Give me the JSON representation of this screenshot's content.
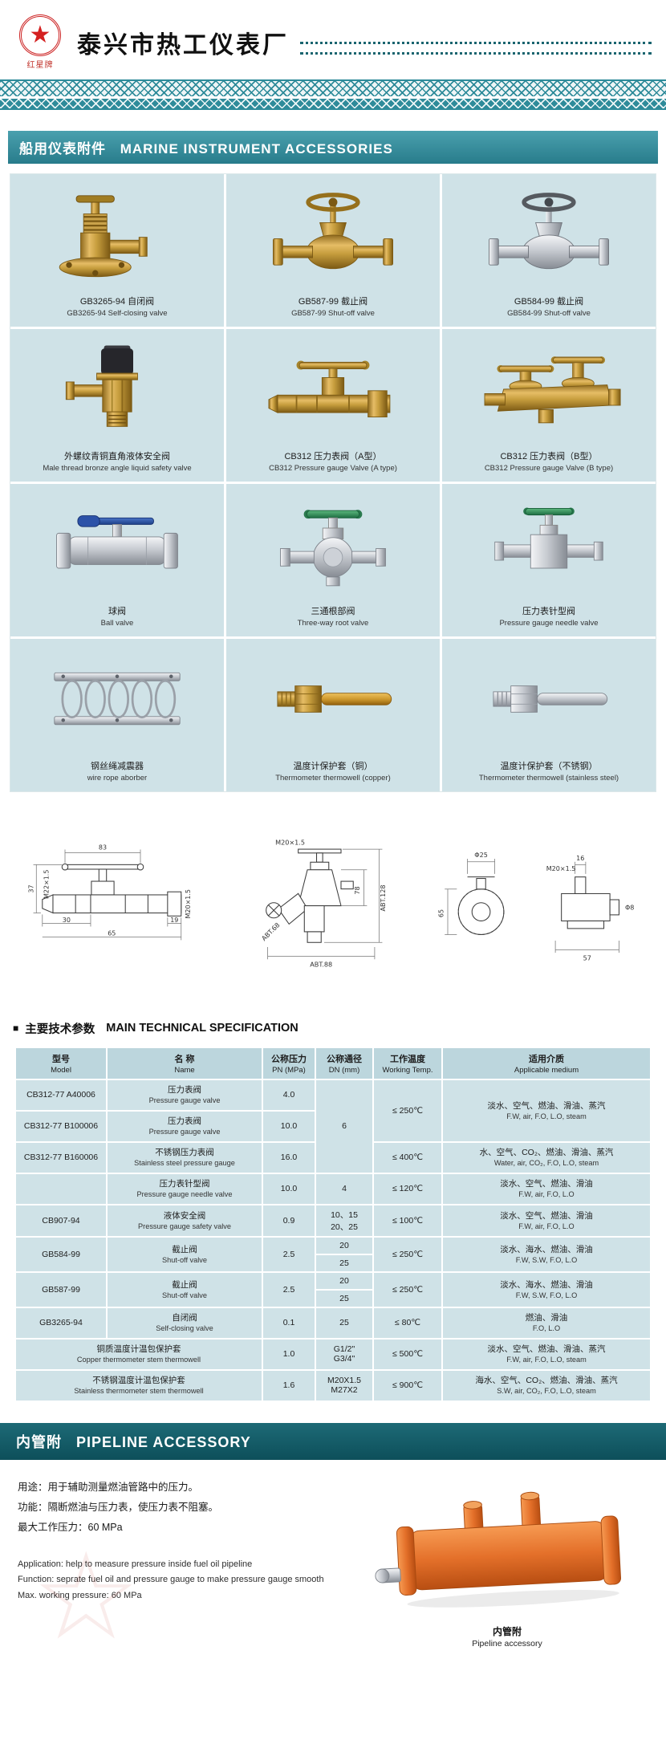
{
  "colors": {
    "accent_teal": "#2e8b9a",
    "dark_teal": "#0d4f5a",
    "panel_blue": "#cfe2e7",
    "brand_red": "#cc2222",
    "pipeline_orange": "#e4702a"
  },
  "icons": {
    "star": "★",
    "square_bullet": "■",
    "watermark_star": "☆"
  },
  "header": {
    "factory_name": "泰兴市热工仪表厂",
    "logo_text": "红星牌"
  },
  "sections": {
    "marine_zh": "船用仪表附件",
    "marine_en": "MARINE INSTRUMENT ACCESSORIES",
    "spec_zh": "主要技术参数",
    "spec_en": "MAIN TECHNICAL SPECIFICATION",
    "pipeline_zh": "内管附",
    "pipeline_en": "PIPELINE ACCESSORY"
  },
  "products": [
    {
      "zh": "GB3265-94 自闭阀",
      "en": "GB3265-94 Self-closing valve",
      "icon": "self-closing-valve"
    },
    {
      "zh": "GB587-99 截止阀",
      "en": "GB587-99 Shut-off valve",
      "icon": "brass-shut-off-valve"
    },
    {
      "zh": "GB584-99 截止阀",
      "en": "GB584-99 Shut-off valve",
      "icon": "steel-shut-off-valve"
    },
    {
      "zh": "外螺纹青铜直角液体安全阀",
      "en": "Male thread bronze angle liquid safety valve",
      "icon": "angle-safety-valve"
    },
    {
      "zh": "CB312 压力表阀（A型）",
      "en": "CB312 Pressure gauge Valve (A type)",
      "icon": "pressure-gauge-valve-a"
    },
    {
      "zh": "CB312 压力表阀（B型）",
      "en": "CB312 Pressure gauge Valve (B type)",
      "icon": "pressure-gauge-valve-b"
    },
    {
      "zh": "球阀",
      "en": "Ball valve",
      "icon": "ball-valve"
    },
    {
      "zh": "三通根部阀",
      "en": "Three-way root valve",
      "icon": "three-way-root-valve"
    },
    {
      "zh": "压力表针型阀",
      "en": "Pressure gauge needle valve",
      "icon": "needle-valve"
    },
    {
      "zh": "钢丝绳减震器",
      "en": "wire rope aborber",
      "icon": "wire-rope-absorber"
    },
    {
      "zh": "温度计保护套（铜）",
      "en": "Thermometer thermowell (copper)",
      "icon": "thermowell-copper"
    },
    {
      "zh": "温度计保护套（不锈钢）",
      "en": "Thermometer thermowell (stainless steel)",
      "icon": "thermowell-stainless"
    }
  ],
  "drawings": {
    "d1": {
      "labels": [
        "83",
        "37",
        "M22×1.5",
        "M20×1.5",
        "30",
        "65",
        "19"
      ]
    },
    "d2": {
      "labels": [
        "M20×1.5",
        "78",
        "ABT.128",
        "ABT.68",
        "ABT.88"
      ]
    },
    "d3": {
      "labels": [
        "Φ25",
        "M20×1.5",
        "65",
        "16",
        "Φ8",
        "57"
      ]
    }
  },
  "spec_table": {
    "headers": [
      {
        "zh": "型号",
        "en": "Model"
      },
      {
        "zh": "名 称",
        "en": "Name"
      },
      {
        "zh": "公称压力",
        "en": "PN (MPa)"
      },
      {
        "zh": "公称通径",
        "en": "DN (mm)"
      },
      {
        "zh": "工作温度",
        "en": "Working Temp."
      },
      {
        "zh": "适用介质",
        "en": "Applicable medium"
      }
    ],
    "rows": [
      {
        "model": "CB312-77 A40006",
        "name_zh": "压力表阀",
        "name_en": "Pressure gauge valve",
        "pn": "4.0",
        "dn": "6",
        "temp": "≤ 250℃",
        "medium_zh": "淡水、空气、燃油、滑油、蒸汽",
        "medium_en": "F.W, air, F.O, L.O, steam"
      },
      {
        "model": "CB312-77 B100006",
        "name_zh": "压力表阀",
        "name_en": "Pressure gauge valve",
        "pn": "10.0"
      },
      {
        "model": "CB312-77 B160006",
        "name_zh": "不锈钢压力表阀",
        "name_en": "Stainless steel pressure gauge",
        "pn": "16.0",
        "temp": "≤ 400℃",
        "medium_zh": "水、空气、CO₂、燃油、滑油、蒸汽",
        "medium_en": "Water, air, CO₂, F.O, L.O, steam"
      },
      {
        "model": "",
        "name_zh": "压力表针型阀",
        "name_en": "Pressure gauge needle valve",
        "pn": "10.0",
        "dn": "4",
        "temp": "≤ 120℃",
        "medium_zh": "淡水、空气、燃油、滑油",
        "medium_en": "F.W, air, F.O, L.O"
      },
      {
        "model": "CB907-94",
        "name_zh": "液体安全阀",
        "name_en": "Pressure gauge safety valve",
        "pn": "0.9",
        "dn1": "10、15",
        "dn2": "20、25",
        "temp": "≤ 100℃",
        "medium_zh": "淡水、空气、燃油、滑油",
        "medium_en": "F.W, air, F.O, L.O"
      },
      {
        "model": "GB584-99",
        "name_zh": "截止阀",
        "name_en": "Shut-off valve",
        "pn": "2.5",
        "dn1": "20",
        "dn2": "25",
        "temp": "≤ 250℃",
        "medium_zh": "淡水、海水、燃油、滑油",
        "medium_en": "F.W, S.W, F.O, L.O"
      },
      {
        "model": "GB587-99",
        "name_zh": "截止阀",
        "name_en": "Shut-off valve",
        "pn": "2.5",
        "dn1": "20",
        "dn2": "25",
        "temp": "≤ 250℃",
        "medium_zh": "淡水、海水、燃油、滑油",
        "medium_en": "F.W, S.W, F.O, L.O"
      },
      {
        "model": "GB3265-94",
        "name_zh": "自闭阀",
        "name_en": "Self-closing valve",
        "pn": "0.1",
        "dn": "25",
        "temp": "≤ 80℃",
        "medium_zh": "燃油、滑油",
        "medium_en": "F.O, L.O"
      },
      {
        "name_zh": "铜质温度计温包保护套",
        "name_en": "Copper thermometer stem thermowell",
        "pn": "1.0",
        "dn1": "G1/2\"",
        "dn2": "G3/4\"",
        "temp": "≤ 500℃",
        "medium_zh": "淡水、空气、燃油、滑油、蒸汽",
        "medium_en": "F.W, air, F.O, L.O, steam"
      },
      {
        "name_zh": "不锈钢温度计温包保护套",
        "name_en": "Stainless thermometer stem thermowell",
        "pn": "1.6",
        "dn1": "M20X1.5",
        "dn2": "M27X2",
        "temp": "≤ 900℃",
        "medium_zh": "海水、空气、CO₂、燃油、滑油、蒸汽",
        "medium_en": "S.W, air, CO₂, F.O, L.O, steam"
      }
    ]
  },
  "pipeline": {
    "zh_lines": [
      "用途：用于辅助测量燃油管路中的压力。",
      "功能：隔断燃油与压力表，使压力表不阻塞。",
      "最大工作压力：60 MPa"
    ],
    "en_lines": [
      "Application: help to measure pressure inside fuel oil pipeline",
      "Function: seprate fuel oil and pressure gauge to make pressure gauge smooth",
      "Max. working pressure: 60 MPa"
    ],
    "caption_zh": "内管附",
    "caption_en": "Pipeline accessory"
  }
}
